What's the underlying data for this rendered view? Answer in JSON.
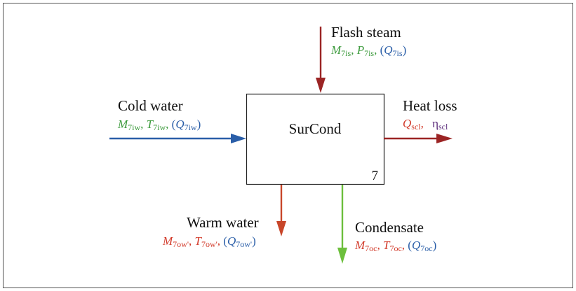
{
  "colors": {
    "green": "#3c9a3c",
    "red": "#d23a2a",
    "blue": "#2a5ea8",
    "darkred": "#9b2424",
    "orange_red": "#c8462a",
    "light_green": "#6cbf3c",
    "purple": "#5a2a7a"
  },
  "box": {
    "name": "SurCond",
    "number": "7"
  },
  "flash_steam": {
    "label": "Flash steam",
    "v1": "M",
    "v1_sub": "7is",
    "v2": "P",
    "v2_sub": "7is",
    "v3": "Q",
    "v3_sub": "7is"
  },
  "cold_water": {
    "label": "Cold water",
    "v1": "M",
    "v1_sub": "7iw",
    "v2": "T",
    "v2_sub": "7iw",
    "v3": "Q",
    "v3_sub": "7iw"
  },
  "heat_loss": {
    "label": "Heat loss",
    "v1": "Q",
    "v1_sub": "scl",
    "v2": "η",
    "v2_sub": "scl"
  },
  "warm_water": {
    "label": "Warm water",
    "v1": "M",
    "v1_sub": "7ow'",
    "v2": "T",
    "v2_sub": "7ow'",
    "v3": "Q",
    "v3_sub": "7ow'"
  },
  "condensate": {
    "label": "Condensate",
    "v1": "M",
    "v1_sub": "7oc",
    "v2": "T",
    "v2_sub": "7oc",
    "v3": "Q",
    "v3_sub": "7oc"
  },
  "punct": {
    "comma": ", ",
    "open": "(",
    "close": ")"
  }
}
